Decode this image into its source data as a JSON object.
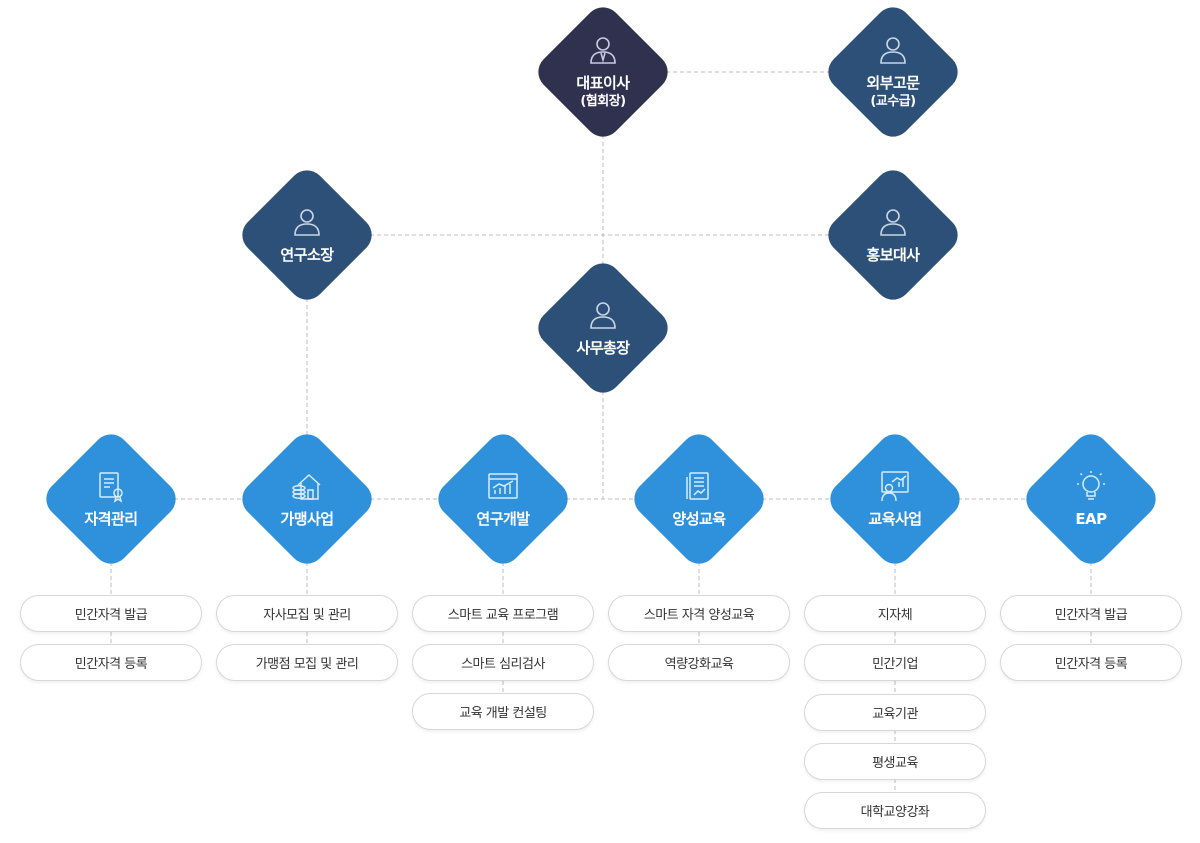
{
  "top": {
    "ceo": {
      "label": "대표이사",
      "sublabel": "(협회장)",
      "icon": "person-tie-icon"
    },
    "advisor": {
      "label": "외부고문",
      "sublabel": "(교수급)",
      "icon": "person-icon"
    }
  },
  "middle": {
    "research_director": {
      "label": "연구소장",
      "icon": "person-icon"
    },
    "ambassador": {
      "label": "홍보대사",
      "icon": "person-icon"
    },
    "secretary_general": {
      "label": "사무총장",
      "icon": "person-icon"
    }
  },
  "departments": [
    {
      "label": "자격관리",
      "icon": "certificate-icon",
      "items": [
        "민간자격 발급",
        "민간자격 등록"
      ]
    },
    {
      "label": "가맹사업",
      "icon": "house-coins-icon",
      "items": [
        "자사모집 및 관리",
        "가맹점 모집 및 관리"
      ]
    },
    {
      "label": "연구개발",
      "icon": "chart-window-icon",
      "items": [
        "스마트 교육 프로그램",
        "스마트 심리검사",
        "교육 개발 컨설팅"
      ]
    },
    {
      "label": "양성교육",
      "icon": "document-chart-icon",
      "items": [
        "스마트 자격 양성교육",
        "역량강화교육"
      ]
    },
    {
      "label": "교육사업",
      "icon": "presenter-board-icon",
      "items": [
        "지자체",
        "민간기업",
        "교육기관",
        "평생교육",
        "대학교양강좌"
      ]
    },
    {
      "label": "EAP",
      "icon": "lightbulb-icon",
      "items": [
        "민간자격 발급",
        "민간자격 등록"
      ]
    }
  ],
  "colors": {
    "ceo": "#2f314f",
    "executive": "#2d5079",
    "department": "#2f90dc",
    "connector": "#bbbbbb"
  }
}
